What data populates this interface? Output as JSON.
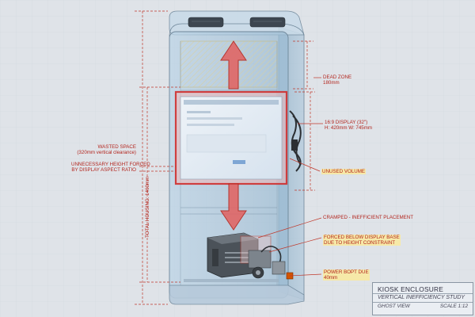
{
  "annotations": {
    "dead_zone": {
      "title": "DEAD ZONE",
      "value": "180mm"
    },
    "display": {
      "line1": "16:9 DISPLAY (32\")",
      "line2": "H: 420mm W: 745mm"
    },
    "unused_volume": "UNUSED VOLUME",
    "wasted_space": {
      "line1": "WASTED SPACE",
      "line2": "(320mm vertical clearance)"
    },
    "unnecessary_height": {
      "line1": "UNNECESSARY HEIGHT FORCED",
      "line2": "BY DISPLAY ASPECT RATIO"
    },
    "total_housing": "TOTAL HOUSING: 1460mm",
    "cramped": "CRAMPED - INEFFICIENT PLACEMENT",
    "forced_below": {
      "line1": "FORCED BELOW DISPLAY BASE",
      "line2": "DUE TO HEIGHT CONSTRAINT"
    },
    "power_bopt": {
      "line1": "POWER BOPT DUE",
      "line2": "40mm"
    }
  },
  "title_block": {
    "title": "KIOSK ENCLOSURE",
    "subtitle": "VERTICAL INEFFICIENCY STUDY",
    "view": "GHOST VIEW",
    "scale": "SCALE 1:12"
  },
  "colors": {
    "background": "#dfe3e8",
    "annotation_red": "#b3261e",
    "highlight_yellow": "#f6e9a8",
    "glass_blue": "#a9c9e0",
    "dimension_line": "#c0392b"
  }
}
